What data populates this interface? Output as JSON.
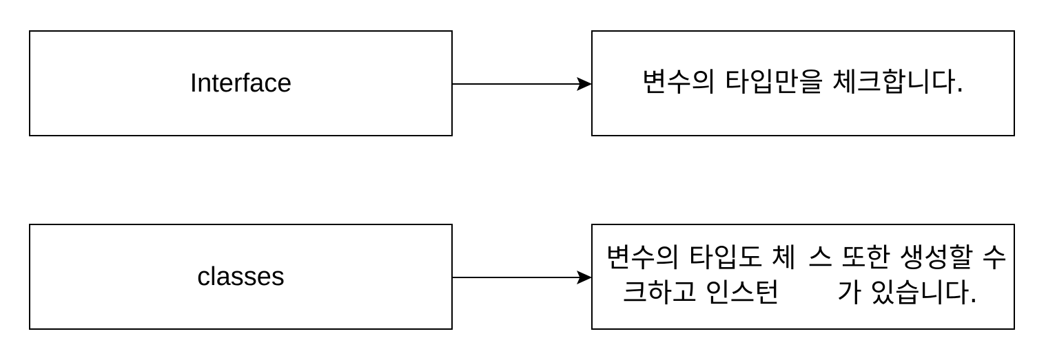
{
  "diagram": {
    "rows": [
      {
        "source_label": "Interface",
        "target_label": "변수의 타입만을 체크합니다."
      },
      {
        "source_label": "classes",
        "target_label_lines": [
          "변수의 타입도 체크하고 인스턴",
          "스 또한 생성할 수가 있습니다."
        ]
      }
    ],
    "colors": {
      "stroke": "#000000",
      "fill": "#ffffff",
      "text": "#000000"
    }
  }
}
